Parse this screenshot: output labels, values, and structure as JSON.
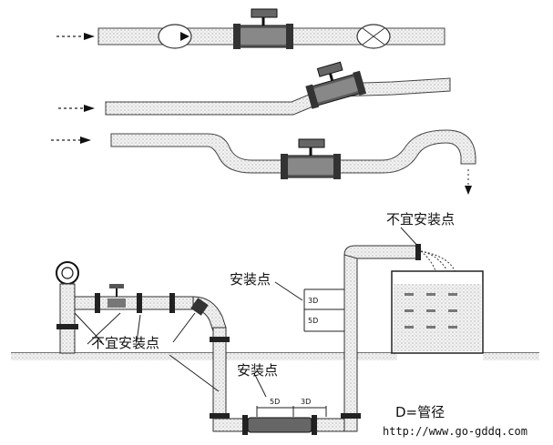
{
  "labels": {
    "top_not_suitable": "不宜安装点",
    "install_point_left": "安装点",
    "left_not_suitable": "不宜安装点",
    "install_point_bottom": "安装点",
    "dim_5d": "5D",
    "dim_3d": "3D",
    "side_3d": "3D",
    "side_5d": "5D",
    "legend": "D=管径",
    "url": "http://www.go-gddq.com"
  }
}
